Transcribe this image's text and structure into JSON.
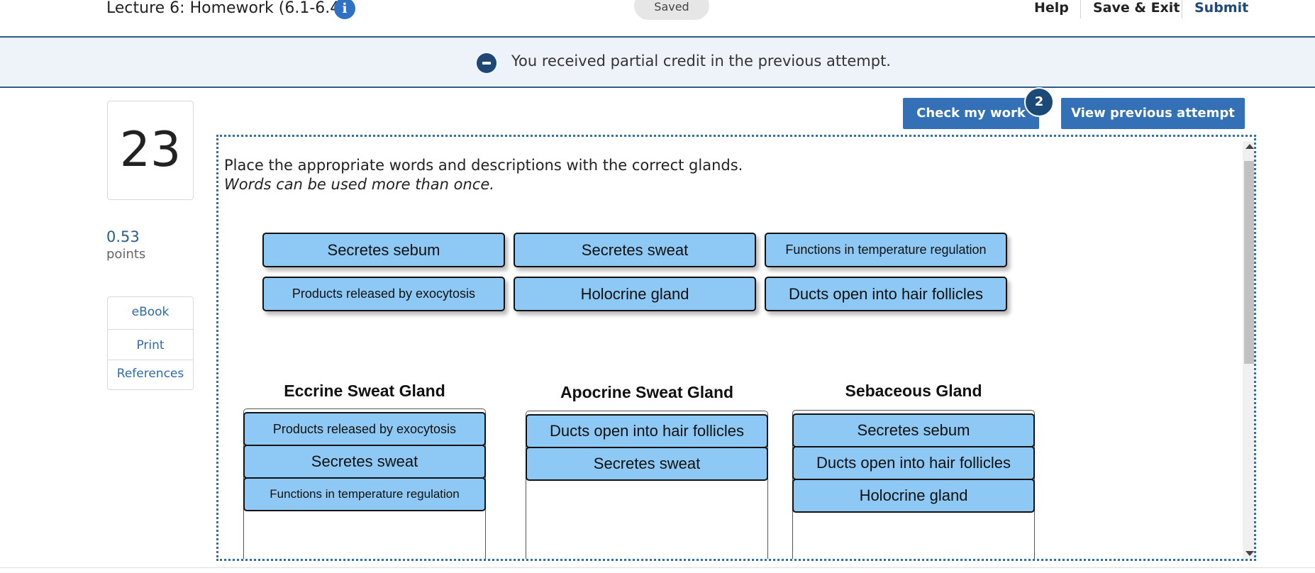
{
  "header": {
    "title": "Lecture 6: Homework (6.1-6.4)",
    "info_icon": "i",
    "saved_label": "Saved",
    "help": "Help",
    "save_exit": "Save & Exit",
    "submit": "Submit"
  },
  "banner": {
    "icon": "minus-circle-icon",
    "message": "You received partial credit in the previous attempt."
  },
  "question": {
    "number": "23",
    "points_value": "0.53",
    "points_label": "points"
  },
  "sidebar": {
    "links": [
      "eBook",
      "Print",
      "References"
    ]
  },
  "actions": {
    "check_label": "Check my work",
    "check_badge": "2",
    "view_label": "View previous attempt"
  },
  "instructions": {
    "line1": "Place the appropriate words and descriptions with the correct glands.",
    "line2": "Words can be used more than once."
  },
  "word_bank": [
    "Secretes sebum",
    "Secretes sweat",
    "Functions in temperature regulation",
    "Products released by exocytosis",
    "Holocrine gland",
    "Ducts open into hair follicles"
  ],
  "glands": [
    {
      "title": "Eccrine Sweat Gland",
      "items": [
        "Products released by exocytosis",
        "Secretes sweat",
        "Functions in temperature regulation"
      ]
    },
    {
      "title": "Apocrine Sweat Gland",
      "items": [
        "Ducts open into hair follicles",
        "Secretes sweat"
      ]
    },
    {
      "title": "Sebaceous Gland",
      "items": [
        "Secretes sebum",
        "Ducts open into hair follicles",
        "Holocrine gland"
      ]
    }
  ],
  "colors": {
    "accent": "#3470b5",
    "header_border": "#2b5d86",
    "tile_fill": "#8ec9f5",
    "banner_bg": "#eef3f9"
  }
}
